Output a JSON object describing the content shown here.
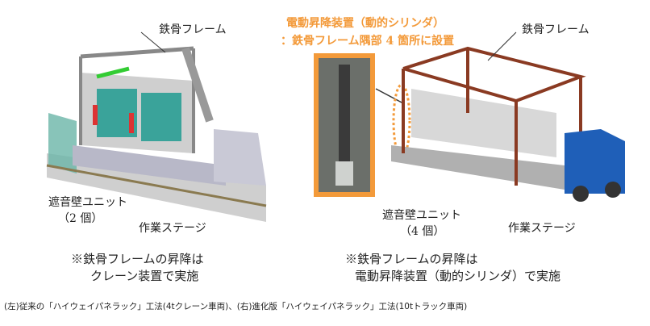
{
  "left": {
    "frame_label": "鉄骨フレーム",
    "unit_label": "遮音壁ユニット",
    "unit_count": "（2 個）",
    "stage_label": "作業ステージ",
    "note_line1": "※鉄骨フレームの昇降は",
    "note_line2": "クレーン装置で実施"
  },
  "right": {
    "device_line1": "電動昇降装置（動的シリンダ）",
    "device_line2": "：鉄骨フレーム隅部 4 箇所に設置",
    "frame_label": "鉄骨フレーム",
    "unit_label": "遮音壁ユニット",
    "unit_count": "（4 個）",
    "stage_label": "作業ステージ",
    "note_line1": "※鉄骨フレームの昇降は",
    "note_line2": "電動昇降装置（動的シリンダ）で実施"
  },
  "caption": "(左)従来の「ハイウェイパネラック」工法(4tクレーン車両)、(右)進化版「ハイウェイパネラック」工法(10tトラック車両)",
  "colors": {
    "accent": "#f39a3a",
    "frame": "#7a2a1a",
    "truck": "#1f5fb8"
  }
}
